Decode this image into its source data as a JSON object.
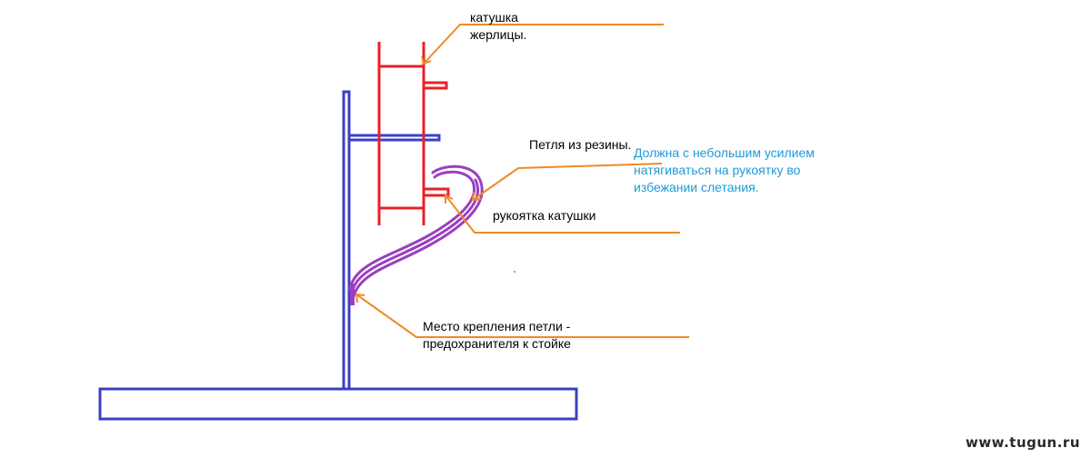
{
  "labels": {
    "reel_line1": "катушка",
    "reel_line2": "жерлицы.",
    "rubber_loop": "Петля из резины.",
    "note_line1": "Должна с небольшим усилием",
    "note_line2": "натягиваться на рукоятку во",
    "note_line3": "избежании слетания.",
    "handle": "рукоятка катушки",
    "mount_line1": "Место крепления петли -",
    "mount_line2": "предохранителя к стойке"
  },
  "watermark": "www.tugun.ru",
  "colors": {
    "base_and_post": "#3b3fc4",
    "reel": "#e8202a",
    "loop": "#9b3fc0",
    "pointer_lines": "#f08a24",
    "note_text": "#1e9ad6",
    "label_text": "#000000",
    "watermark_text": "#2a2a2a"
  }
}
